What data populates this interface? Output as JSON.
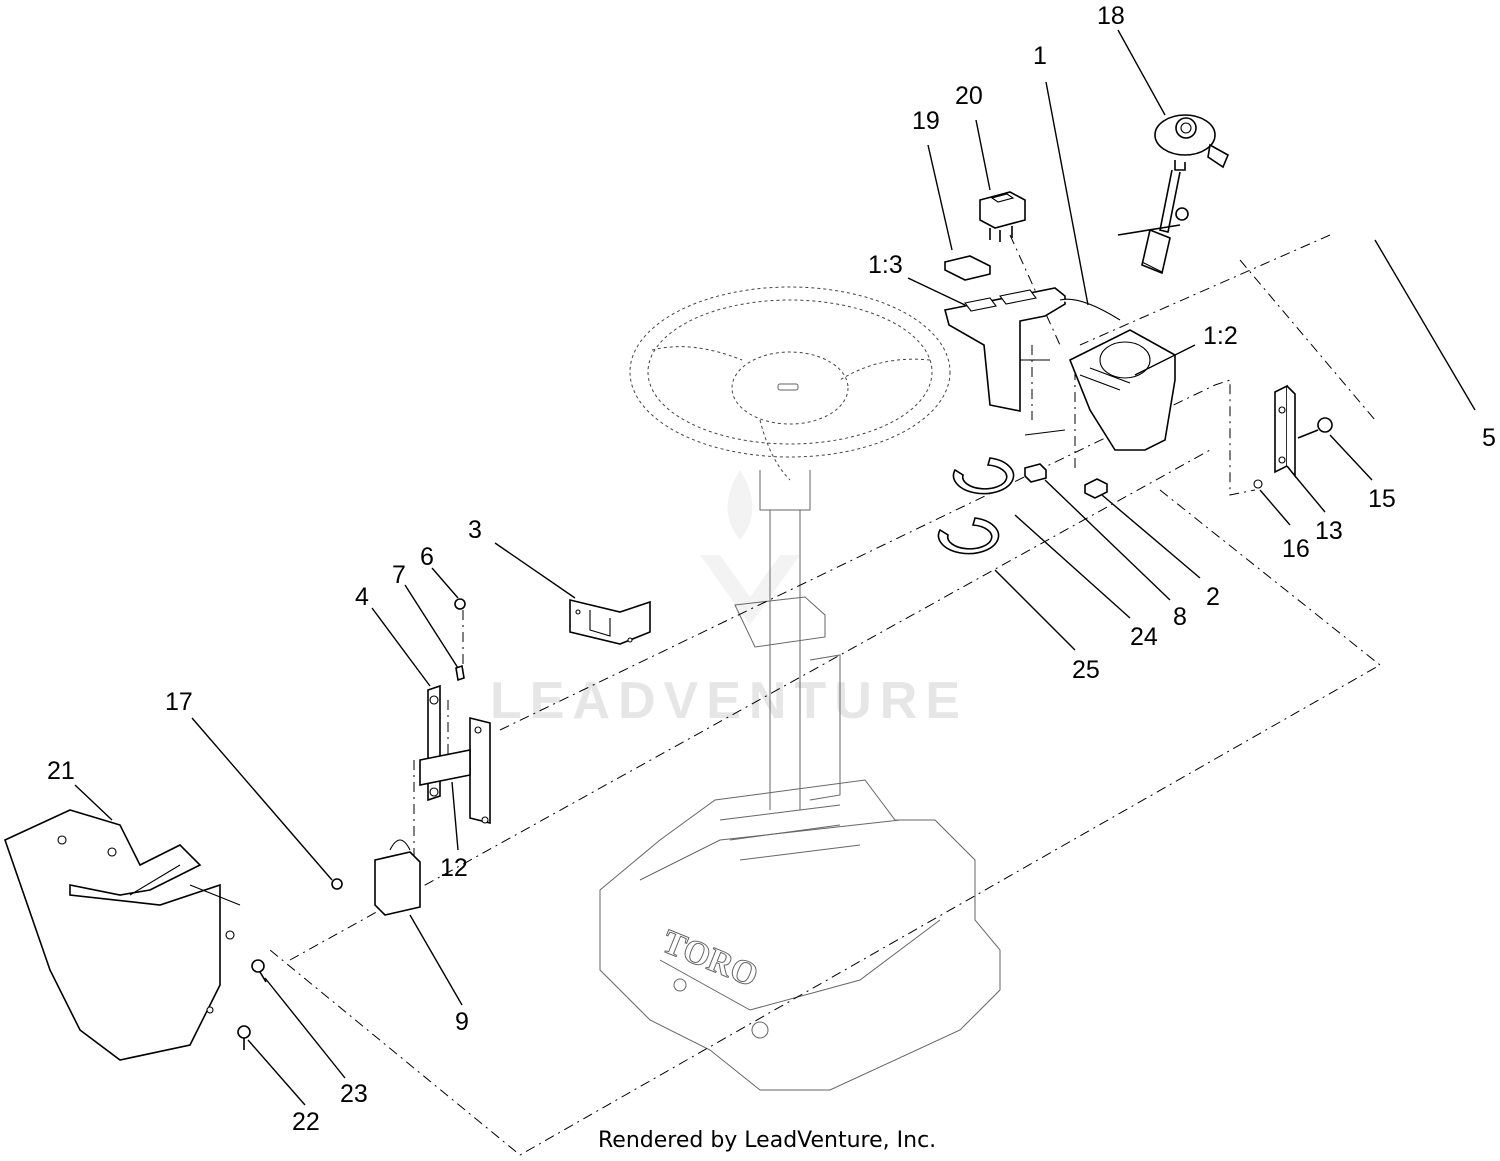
{
  "diagram": {
    "watermark": "LEADVENTURE",
    "footer": "Rendered by LeadVenture, Inc.",
    "brand_mark": "TORO",
    "callouts": [
      {
        "id": "18",
        "label": "18"
      },
      {
        "id": "1",
        "label": "1"
      },
      {
        "id": "20",
        "label": "20"
      },
      {
        "id": "19",
        "label": "19"
      },
      {
        "id": "1-3",
        "label": "1:3"
      },
      {
        "id": "1-2",
        "label": "1:2"
      },
      {
        "id": "5",
        "label": "5"
      },
      {
        "id": "15",
        "label": "15"
      },
      {
        "id": "13",
        "label": "13"
      },
      {
        "id": "16",
        "label": "16"
      },
      {
        "id": "2",
        "label": "2"
      },
      {
        "id": "8",
        "label": "8"
      },
      {
        "id": "24",
        "label": "24"
      },
      {
        "id": "25",
        "label": "25"
      },
      {
        "id": "3",
        "label": "3"
      },
      {
        "id": "6",
        "label": "6"
      },
      {
        "id": "7",
        "label": "7"
      },
      {
        "id": "4",
        "label": "4"
      },
      {
        "id": "17",
        "label": "17"
      },
      {
        "id": "12",
        "label": "12"
      },
      {
        "id": "21",
        "label": "21"
      },
      {
        "id": "9",
        "label": "9"
      },
      {
        "id": "23",
        "label": "23"
      },
      {
        "id": "22",
        "label": "22"
      }
    ]
  }
}
